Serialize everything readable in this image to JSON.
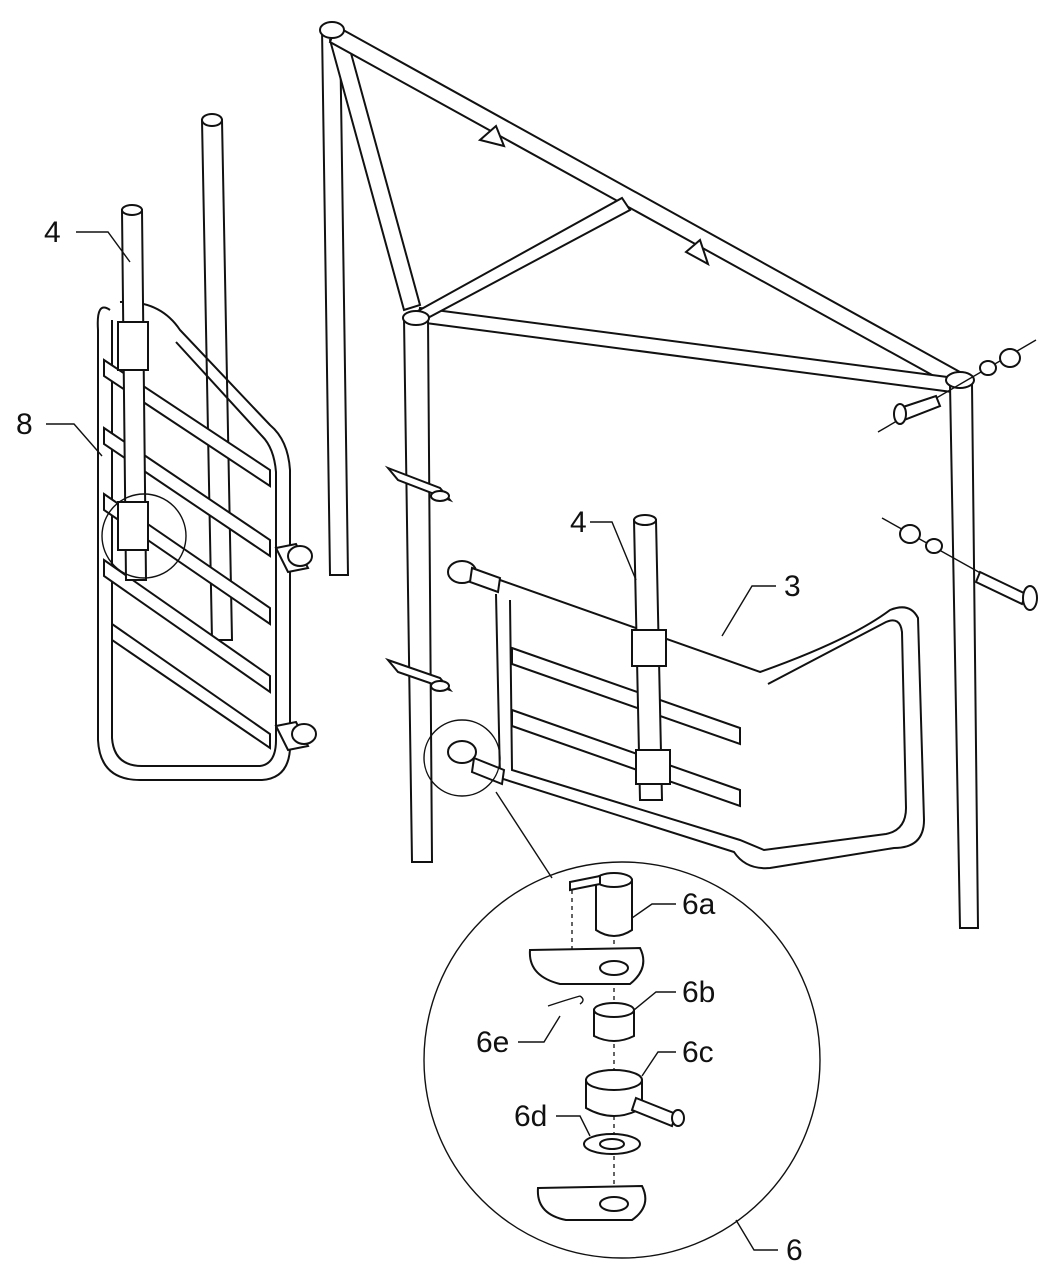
{
  "labels": {
    "gate_left_post": "4",
    "gate_left": "8",
    "gate_right_post": "4",
    "gate_right": "3",
    "hinge_pin": "6a",
    "bushing": "6b",
    "hinge_socket": "6c",
    "washer": "6d",
    "cotter_pin": "6e",
    "hinge_assembly": "6"
  },
  "colors": {
    "line": "#111111",
    "background": "#ffffff"
  }
}
